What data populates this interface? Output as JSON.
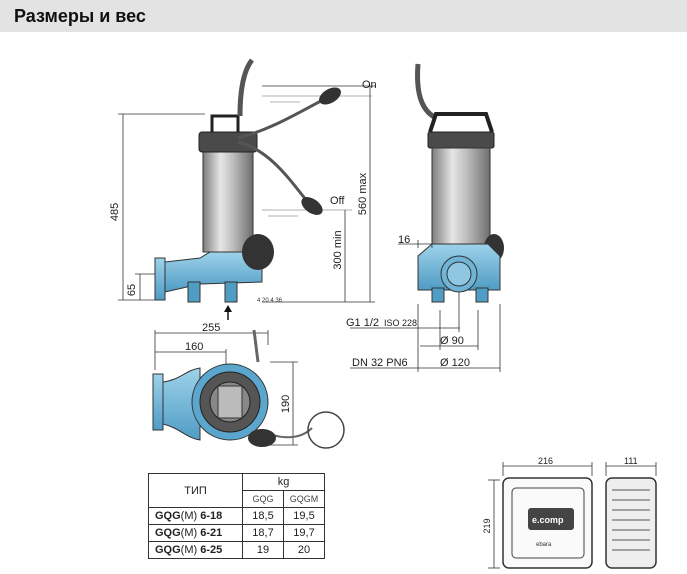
{
  "title": "Размеры и вес",
  "side_view": {
    "dim_485": "485",
    "dim_65": "65",
    "label_on": "On",
    "label_off": "Off",
    "dim_560max": "560 max",
    "dim_300min": "300 min",
    "drawing_code": "4 20 4 36"
  },
  "front_view": {
    "dim_16": "16",
    "label_g": "G1 1/2",
    "label_iso": "ISO 228",
    "dim_90": "Ø 90",
    "label_dn": "DN 32 PN6",
    "dim_120": "Ø 120"
  },
  "top_view": {
    "dim_255": "255",
    "dim_160": "160",
    "dim_190": "190"
  },
  "control_box": {
    "dim_216": "216",
    "dim_111": "111",
    "dim_219": "219",
    "brand": "e.comp",
    "sub_brand": "ebara"
  },
  "table": {
    "type_header": "ТИП",
    "unit_header": "kg",
    "col1": "GQG",
    "col2": "GQGM",
    "rows": [
      {
        "prefix": "GQG",
        "suffix": "(M)",
        "model": "6-18",
        "v1": "18,5",
        "v2": "19,5"
      },
      {
        "prefix": "GQG",
        "suffix": "(M)",
        "model": "6-21",
        "v1": "18,7",
        "v2": "19,7"
      },
      {
        "prefix": "GQG",
        "suffix": "(M)",
        "model": "6-25",
        "v1": "19",
        "v2": "20"
      }
    ]
  }
}
